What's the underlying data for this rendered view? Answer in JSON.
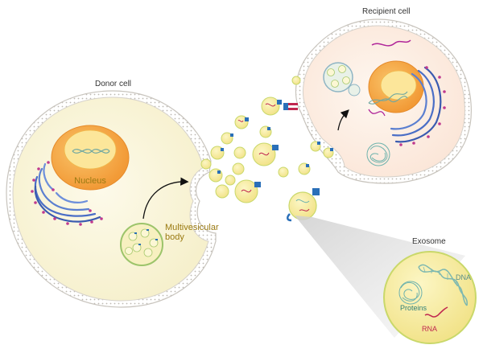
{
  "labels": {
    "donor_cell": "Donor cell",
    "recipient_cell": "Recipient cell",
    "nucleus": "Nucleus",
    "mvb_line1": "Multivesicular",
    "mvb_line2": "body",
    "exosome": "Exosome",
    "dna": "DNA",
    "proteins": "Proteins",
    "rna": "RNA"
  },
  "colors": {
    "membrane_outer": "#d9d6d1",
    "donor_cytoplasm": "#fbf7dd",
    "recipient_cytoplasm": "#fdf0e6",
    "nucleus_outer": "#f7b24e",
    "nucleus_inner": "#fce79a",
    "exosome_fill": "#f8f0a6",
    "exosome_rim": "#c9d86a",
    "er_blue": "#4c6fc4",
    "receptor_blue": "#2a6fb8",
    "rna_red": "#c0264f",
    "dna_teal": "#7db8b0",
    "protein_teal": "#6fb3ad",
    "mrna_magenta": "#b0279a"
  }
}
